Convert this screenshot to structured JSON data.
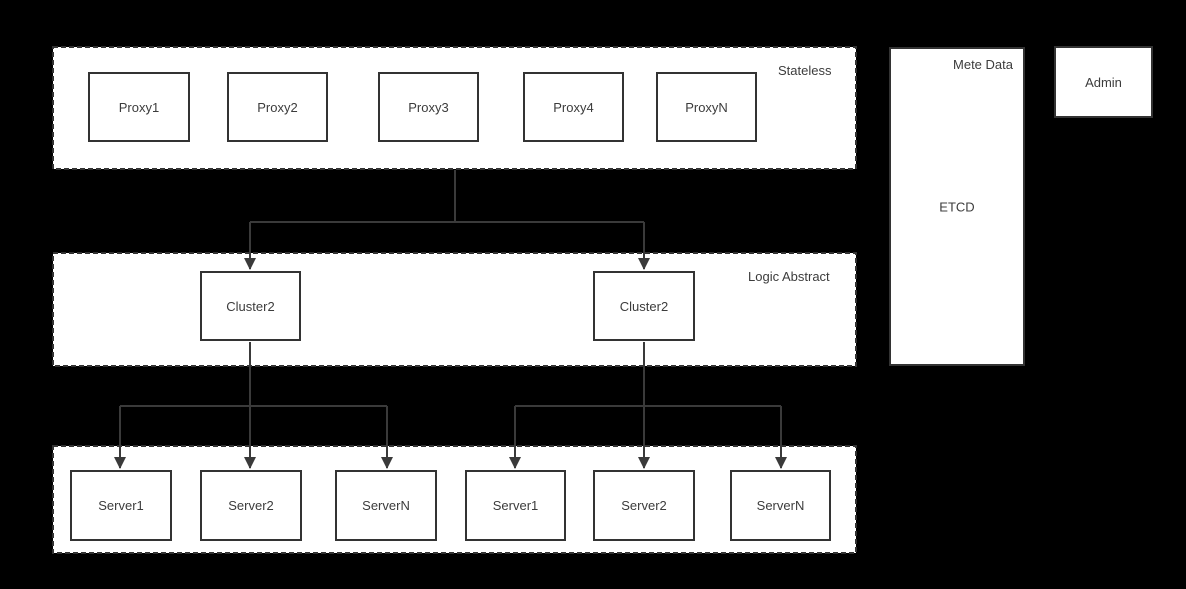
{
  "diagram": {
    "colors": {
      "page_background": "#000000",
      "shape_fill": "#ffffff",
      "shape_border": "#333333",
      "connector": "#3a3a3a",
      "text": "#3c3c3c"
    },
    "groups": {
      "stateless": {
        "label": "Stateless"
      },
      "logic": {
        "label": "Logic Abstract"
      }
    },
    "nodes": {
      "proxy1": "Proxy1",
      "proxy2": "Proxy2",
      "proxy3": "Proxy3",
      "proxy4": "Proxy4",
      "proxyN": "ProxyN",
      "cluster_left": "Cluster2",
      "cluster_right": "Cluster2",
      "server_l1": "Server1",
      "server_l2": "Server2",
      "server_lN": "ServerN",
      "server_r1": "Server1",
      "server_r2": "Server2",
      "server_rN": "ServerN"
    },
    "meta": {
      "container_label": "Mete Data",
      "inner_label": "ETCD"
    },
    "admin": {
      "label": "Admin"
    }
  }
}
